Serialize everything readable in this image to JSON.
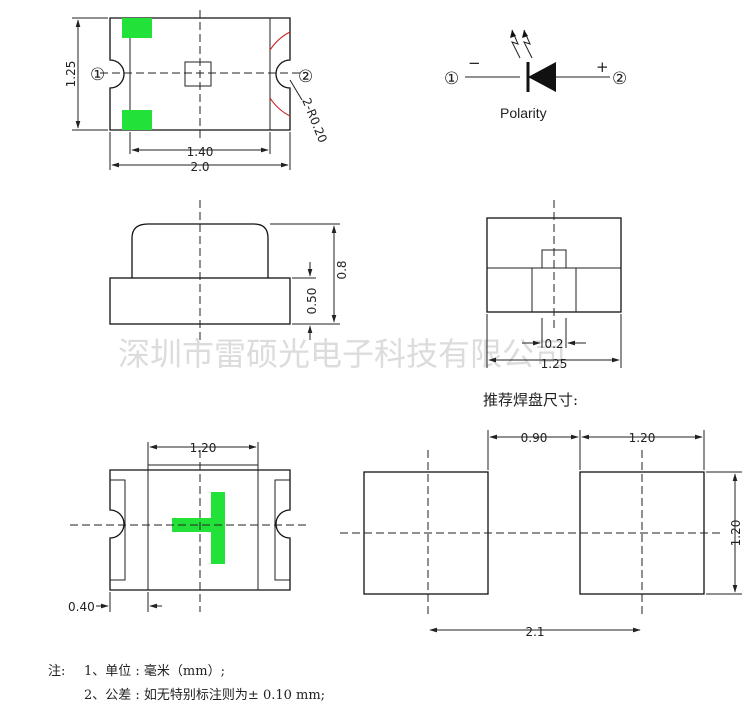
{
  "top_view": {
    "dim_height": "1.25",
    "dim_inner_width": "1.40",
    "dim_total_width": "2.0",
    "corner_radius": "2-R0.20",
    "marker_left": "①",
    "marker_right": "②"
  },
  "polarity": {
    "label": "Polarity",
    "marker_left": "①",
    "marker_right": "②",
    "minus": "−",
    "plus": "+"
  },
  "side_view": {
    "dim_total_height": "0.8",
    "dim_base_height": "0.50"
  },
  "end_view": {
    "dim_chip": "0.2",
    "dim_width": "1.25"
  },
  "watermark": "深圳市雷硕光电子科技有限公司",
  "pad_title": "推荐焊盘尺寸:",
  "bottom_view": {
    "dim_pad_width": "1.20",
    "dim_pad_offset": "0.40"
  },
  "pads": {
    "dim_gap": "0.90",
    "dim_pad_width": "1.20",
    "dim_pad_height": "1.20",
    "dim_pitch": "2.1"
  },
  "notes": {
    "prefix": "注:",
    "line1": "1、单位 : 毫米（mm）;",
    "line2": "2、公差 : 如无特别标注则为± 0.10 mm;"
  },
  "colors": {
    "green": "#22e23a",
    "red": "#cc1f1f",
    "ink": "#222222"
  }
}
